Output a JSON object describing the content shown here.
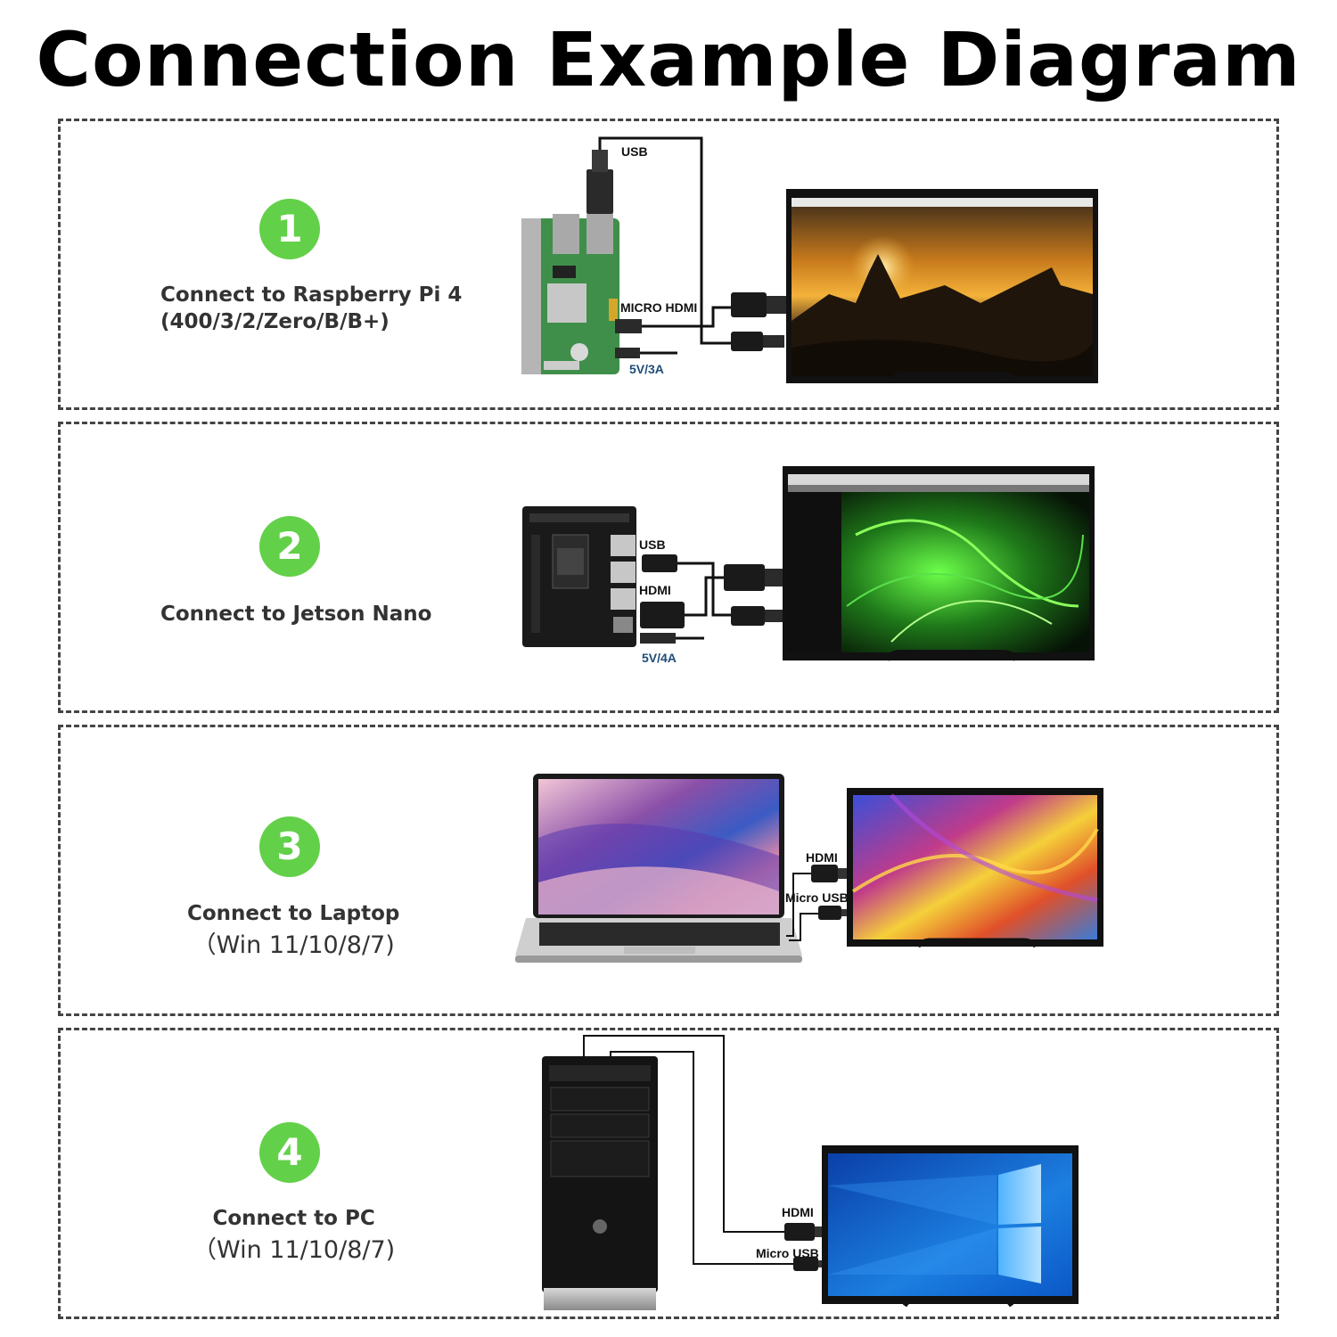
{
  "title": "Connection Example Diagram",
  "panels": [
    {
      "number": "1",
      "caption_line1": "Connect to Raspberry Pi 4",
      "caption_line2": "(400/3/2/Zero/B/B+)",
      "labels": {
        "usb": "USB",
        "hdmi": "MICRO HDMI",
        "power": "5V/3A"
      }
    },
    {
      "number": "2",
      "caption_line1": "Connect to Jetson Nano",
      "labels": {
        "usb": "USB",
        "hdmi": "HDMI",
        "power": "5V/4A"
      }
    },
    {
      "number": "3",
      "caption_line1": "Connect to Laptop",
      "caption_line2": "（Win 11/10/8/7)",
      "labels": {
        "hdmi": "HDMI",
        "usb": "Micro USB"
      }
    },
    {
      "number": "4",
      "caption_line1": "Connect to PC",
      "caption_line2": "（Win 11/10/8/7)",
      "labels": {
        "hdmi": "HDMI",
        "usb": "Micro USB"
      }
    }
  ],
  "colors": {
    "badge": "#63d04a",
    "power_label": "#1e4d7a",
    "board_green": "#3f8f4a"
  }
}
